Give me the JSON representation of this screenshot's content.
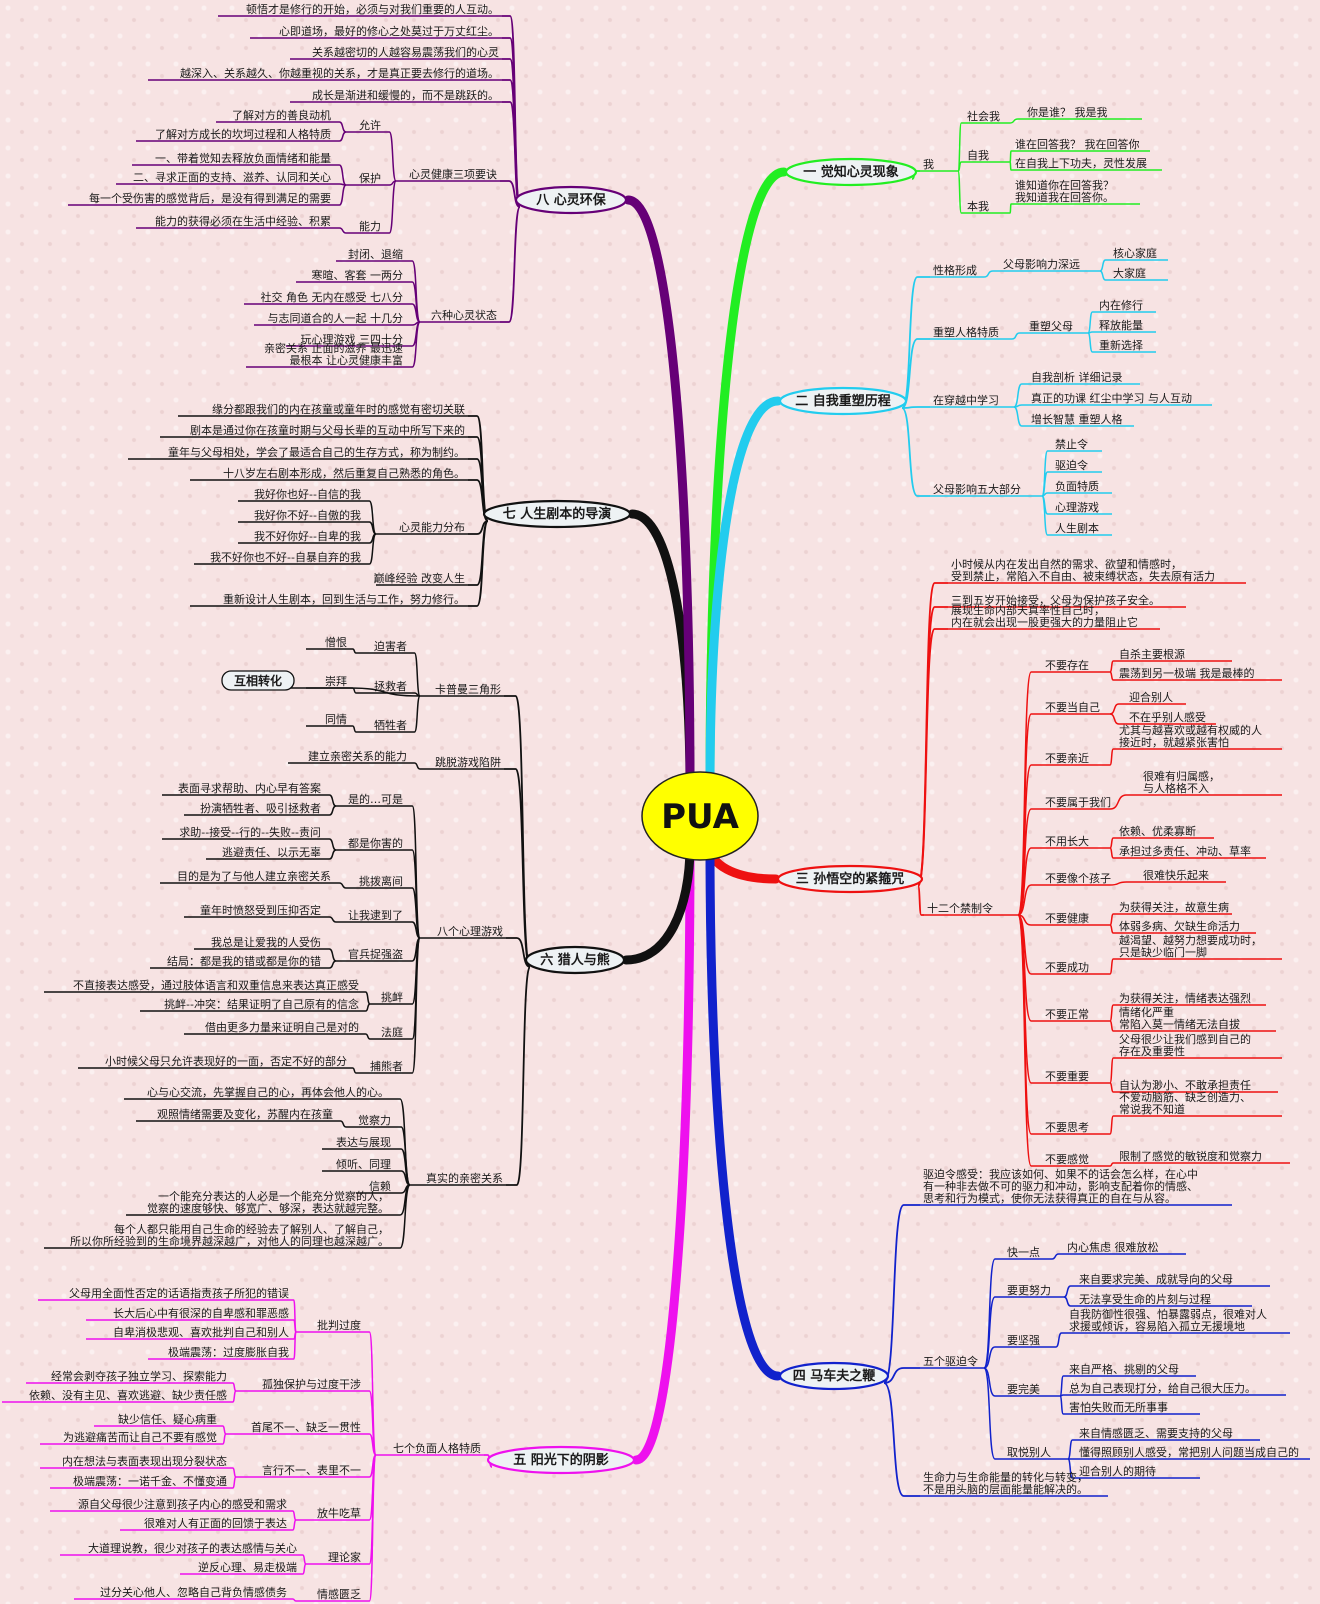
{
  "center": {
    "label": "PUA"
  },
  "colors": {
    "b1": "#22ee22",
    "b2": "#22ccee",
    "b3": "#ee1111",
    "b4": "#1122cc",
    "b5": "#ee11ee",
    "b6": "#111111",
    "b7": "#111111",
    "b8": "#660077",
    "center_fill": "#ffff00"
  },
  "branches": [
    {
      "id": "b1",
      "label": "一 觉知心灵现象",
      "children": [
        {
          "label": "我",
          "children": [
            {
              "label": "社会我",
              "children": [
                {
                  "label": "你是谁？ 我是我"
                }
              ]
            },
            {
              "label": "自我",
              "children": [
                {
                  "label": "谁在回答我？ 我在回答你"
                },
                {
                  "label": "在自我上下功夫，灵性发展"
                }
              ]
            },
            {
              "label": "本我",
              "children": [
                {
                  "label": "谁知道你在回答我？\n我知道我在回答你。"
                }
              ]
            }
          ]
        }
      ]
    },
    {
      "id": "b2",
      "label": "二 自我重塑历程",
      "children": [
        {
          "label": "性格形成",
          "children": [
            {
              "label": "父母影响力深远",
              "children": [
                {
                  "label": "核心家庭"
                },
                {
                  "label": "大家庭"
                }
              ]
            }
          ]
        },
        {
          "label": "重塑人格特质",
          "children": [
            {
              "label": "重塑父母",
              "children": [
                {
                  "label": "内在修行"
                },
                {
                  "label": "释放能量"
                },
                {
                  "label": "重新选择"
                }
              ]
            }
          ]
        },
        {
          "label": "在穿越中学习",
          "children": [
            {
              "label": "自我剖析 详细记录"
            },
            {
              "label": "真正的功课 红尘中学习 与人互动"
            },
            {
              "label": "增长智慧 重塑人格"
            }
          ]
        },
        {
          "label": "父母影响五大部分",
          "children": [
            {
              "label": "禁止令"
            },
            {
              "label": "驱迫令"
            },
            {
              "label": "负面特质"
            },
            {
              "label": "心理游戏"
            },
            {
              "label": "人生剧本"
            }
          ]
        }
      ]
    },
    {
      "id": "b3",
      "label": "三 孙悟空的紧箍咒",
      "children": [
        {
          "label": "小时候从内在发出自然的需求、欲望和情感时，\n受到禁止，常陷入不自由、被束缚状态，失去原有活力"
        },
        {
          "label": "三到五岁开始接受，父母为保护孩子安全。"
        },
        {
          "label": "展现生命内部天真率性自己时，\n内在就会出现一股更强大的力量阻止它"
        },
        {
          "label": "十二个禁制令",
          "children": [
            {
              "label": "不要存在",
              "children": [
                {
                  "label": "自杀主要根源"
                },
                {
                  "label": "震荡到另一极端 我是最棒的"
                }
              ]
            },
            {
              "label": "不要当自己",
              "children": [
                {
                  "label": "迎合别人"
                },
                {
                  "label": "不在乎别人感受"
                }
              ]
            },
            {
              "label": "不要亲近",
              "children": [
                {
                  "label": "尤其与越喜欢或越有权威的人\n接近时，就越紧张害怕"
                }
              ]
            },
            {
              "label": "不要属于我们",
              "children": [
                {
                  "label": "很难有归属感，\n与人格格不入"
                }
              ]
            },
            {
              "label": "不用长大",
              "children": [
                {
                  "label": "依赖、优柔寡断"
                },
                {
                  "label": "承担过多责任、冲动、草率"
                }
              ]
            },
            {
              "label": "不要像个孩子",
              "children": [
                {
                  "label": "很难快乐起来"
                }
              ]
            },
            {
              "label": "不要健康",
              "children": [
                {
                  "label": "为获得关注，故意生病"
                },
                {
                  "label": "体弱多病、欠缺生命活力"
                }
              ]
            },
            {
              "label": "不要成功",
              "children": [
                {
                  "label": "越渴望、越努力想要成功时，\n只是缺少临门一脚"
                }
              ]
            },
            {
              "label": "不要正常",
              "children": [
                {
                  "label": "为获得关注，情绪表达强烈"
                },
                {
                  "label": "情绪化严重\n常陷入莫一情绪无法自拔"
                }
              ]
            },
            {
              "label": "不要重要",
              "children": [
                {
                  "label": "父母很少让我们感到自己的\n存在及重要性"
                },
                {
                  "label": "自认为渺小、不敢承担责任"
                }
              ]
            },
            {
              "label": "不要思考",
              "children": [
                {
                  "label": "不爱动脑筋、缺乏创造力、\n常说我不知道"
                }
              ]
            },
            {
              "label": "不要感觉",
              "children": [
                {
                  "label": "限制了感觉的敏锐度和觉察力"
                }
              ]
            }
          ]
        }
      ]
    },
    {
      "id": "b4",
      "label": "四 马车夫之鞭",
      "children": [
        {
          "label": "驱迫令感受：我应该如何、如果不的话会怎么样，在心中\n有一种非去做不可的驱力和冲动，影响支配着你的情感、\n思考和行为模式，使你无法获得真正的自在与从容。"
        },
        {
          "label": "五个驱迫令",
          "children": [
            {
              "label": "快一点",
              "children": [
                {
                  "label": "内心焦虑 很难放松"
                }
              ]
            },
            {
              "label": "要更努力",
              "children": [
                {
                  "label": "来自要求完美、成就导向的父母"
                },
                {
                  "label": "无法享受生命的片刻与过程"
                }
              ]
            },
            {
              "label": "要坚强",
              "children": [
                {
                  "label": "自我防御性很强、怕暴露弱点，很难对人\n求援或倾诉，容易陷入孤立无援境地"
                }
              ]
            },
            {
              "label": "要完美",
              "children": [
                {
                  "label": "来自严格、挑剔的父母"
                },
                {
                  "label": "总为自己表现打分，给自己很大压力。"
                },
                {
                  "label": "害怕失败而无所事事"
                }
              ]
            },
            {
              "label": "取悦别人",
              "children": [
                {
                  "label": "来自情感匮乏、需要支持的父母"
                },
                {
                  "label": "懂得照顾别人感受，常把别人问题当成自己的"
                },
                {
                  "label": "迎合别人的期待"
                }
              ]
            }
          ]
        },
        {
          "label": "生命力与生命能量的转化与转变，\n不是用头脑的层面能量能解决的。"
        }
      ]
    },
    {
      "id": "b5",
      "label": "五 阳光下的阴影",
      "children": [
        {
          "label": "七个负面人格特质",
          "children": [
            {
              "label": "批判过度",
              "children": [
                {
                  "label": "父母用全面性否定的话语指责孩子所犯的错误"
                },
                {
                  "label": "长大后心中有很深的自卑感和罪恶感"
                },
                {
                  "label": "自卑消极悲观、喜欢批判自己和别人"
                },
                {
                  "label": "极端震荡：过度膨胀自我"
                }
              ]
            },
            {
              "label": "孤独保护与过度干涉",
              "children": [
                {
                  "label": "经常会剥夺孩子独立学习、探索能力"
                },
                {
                  "label": "依赖、没有主见、喜欢逃避、缺少责任感"
                }
              ]
            },
            {
              "label": "首尾不一、缺乏一贯性",
              "children": [
                {
                  "label": "缺少信任、疑心病重"
                },
                {
                  "label": "为逃避痛苦而让自己不要有感觉"
                }
              ]
            },
            {
              "label": "言行不一、表里不一",
              "children": [
                {
                  "label": "内在想法与表面表现出现分裂状态"
                },
                {
                  "label": "极端震荡：一诺千金、不懂变通"
                }
              ]
            },
            {
              "label": "放牛吃草",
              "children": [
                {
                  "label": "源自父母很少注意到孩子内心的感受和需求"
                },
                {
                  "label": "很难对人有正面的回馈于表达"
                }
              ]
            },
            {
              "label": "理论家",
              "children": [
                {
                  "label": "大道理说教，很少对孩子的表达感情与关心"
                },
                {
                  "label": "逆反心理、易走极端"
                }
              ]
            },
            {
              "label": "情感匮乏",
              "children": [
                {
                  "label": "过分关心他人、忽略自己背负情感债务"
                }
              ]
            }
          ]
        }
      ]
    },
    {
      "id": "b6",
      "label": "六 猎人与熊",
      "children": [
        {
          "label": "卡普曼三角形",
          "children": [
            {
              "label": "迫害者",
              "children": [
                {
                  "label": "憎恨"
                }
              ]
            },
            {
              "label": "拯救者",
              "children": [
                {
                  "label": "崇拜"
                }
              ]
            },
            {
              "label": "牺牲者",
              "children": [
                {
                  "label": "同情"
                }
              ]
            },
            {
              "label": "互相转化"
            }
          ]
        },
        {
          "label": "跳脱游戏陷阱",
          "children": [
            {
              "label": "建立亲密关系的能力"
            }
          ]
        },
        {
          "label": "八个心理游戏",
          "children": [
            {
              "label": "是的…可是",
              "children": [
                {
                  "label": "表面寻求帮助、内心早有答案"
                },
                {
                  "label": "扮演牺牲者、吸引拯救者"
                }
              ]
            },
            {
              "label": "都是你害的",
              "children": [
                {
                  "label": "求助--接受--行的--失败--责问"
                },
                {
                  "label": "逃避责任、以示无辜"
                }
              ]
            },
            {
              "label": "挑拨离间",
              "children": [
                {
                  "label": "目的是为了与他人建立亲密关系"
                }
              ]
            },
            {
              "label": "让我逮到了",
              "children": [
                {
                  "label": "童年时愤怒受到压抑否定"
                }
              ]
            },
            {
              "label": "官兵捉强盗",
              "children": [
                {
                  "label": "我总是让爱我的人受伤"
                },
                {
                  "label": "结局：都是我的错或都是你的错"
                }
              ]
            },
            {
              "label": "挑衅",
              "children": [
                {
                  "label": "不直接表达感受，通过肢体语言和双重信息来表达真正感受"
                },
                {
                  "label": "挑衅--冲突：结果证明了自己原有的信念"
                }
              ]
            },
            {
              "label": "法庭",
              "children": [
                {
                  "label": "借由更多力量来证明自己是对的"
                }
              ]
            },
            {
              "label": "捕熊者",
              "children": [
                {
                  "label": "小时候父母只允许表现好的一面，否定不好的部分"
                }
              ]
            }
          ]
        },
        {
          "label": "真实的亲密关系",
          "children": [
            {
              "label": "心与心交流，先掌握自己的心，再体会他人的心。"
            },
            {
              "label": "觉察力",
              "children": [
                {
                  "label": "观照情绪需要及变化，苏醒内在孩童"
                }
              ]
            },
            {
              "label": "表达与展现"
            },
            {
              "label": "倾听、同理"
            },
            {
              "label": "信赖"
            },
            {
              "label": "一个能充分表达的人必是一个能充分觉察的人，\n觉察的速度够快、够宽广、够深，表达就越完整。"
            },
            {
              "label": "每个人都只能用自己生命的经验去了解别人、了解自己，\n所以你所经验到的生命境界越深越广，对他人的同理也越深越广。"
            }
          ]
        }
      ]
    },
    {
      "id": "b7",
      "label": "七 人生剧本的导演",
      "children": [
        {
          "label": "缘分都跟我们的内在孩童或童年时的感觉有密切关联"
        },
        {
          "label": "剧本是通过你在孩童时期与父母长辈的互动中所写下来的"
        },
        {
          "label": "童年与父母相处，学会了最适合自己的生存方式，称为制约。"
        },
        {
          "label": "十八岁左右剧本形成，然后重复自己熟悉的角色。"
        },
        {
          "label": "心灵能力分布",
          "children": [
            {
              "label": "我好你也好--自信的我"
            },
            {
              "label": "我好你不好--自傲的我"
            },
            {
              "label": "我不好你好--自卑的我"
            },
            {
              "label": "我不好你也不好--自暴自弃的我"
            }
          ]
        },
        {
          "label": "巅峰经验 改变人生"
        },
        {
          "label": "重新设计人生剧本，回到生活与工作，努力修行。"
        }
      ]
    },
    {
      "id": "b8",
      "label": "八 心灵环保",
      "children": [
        {
          "label": "顿悟才是修行的开始，必须与对我们重要的人互动。"
        },
        {
          "label": "心即道场，最好的修心之处莫过于万丈红尘。"
        },
        {
          "label": "关系越密切的人越容易震荡我们的心灵"
        },
        {
          "label": "越深入、关系越久、你越重视的关系，才是真正要去修行的道场。"
        },
        {
          "label": "成长是渐进和缓慢的，而不是跳跃的。"
        },
        {
          "label": "心灵健康三项要诀",
          "children": [
            {
              "label": "允许",
              "children": [
                {
                  "label": "了解对方的善良动机"
                },
                {
                  "label": "了解对方成长的坎坷过程和人格特质"
                }
              ]
            },
            {
              "label": "保护",
              "children": [
                {
                  "label": "一、带着觉知去释放负面情绪和能量"
                },
                {
                  "label": "二、寻求正面的支持、滋养、认同和关心"
                },
                {
                  "label": "每一个受伤害的感觉背后，是没有得到满足的需要"
                }
              ]
            },
            {
              "label": "能力",
              "children": [
                {
                  "label": "能力的获得必须在生活中经验、积累"
                }
              ]
            }
          ]
        },
        {
          "label": "六种心灵状态",
          "children": [
            {
              "label": "封闭、退缩"
            },
            {
              "label": "寒暄、客套 一两分"
            },
            {
              "label": "社交 角色 无内在感受 七八分"
            },
            {
              "label": "与志同道合的人一起 十几分"
            },
            {
              "label": "玩心理游戏 三四十分"
            },
            {
              "label": "亲密关系 正面的滋养 最迅速\n最根本 让心灵健康丰富"
            }
          ]
        }
      ]
    }
  ]
}
